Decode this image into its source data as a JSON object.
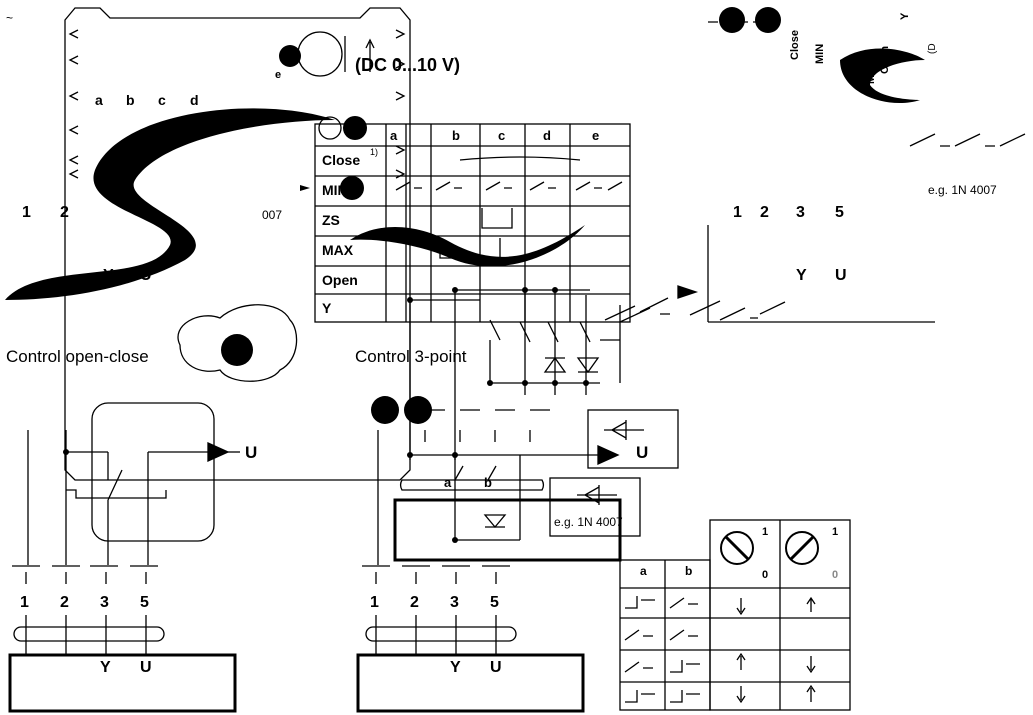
{
  "main_title": "(DC 0...10 V)",
  "small_e": "e",
  "tilde": "~",
  "contacts_row": [
    "a",
    "b",
    "c",
    "d"
  ],
  "table_header": [
    "a",
    "b",
    "c",
    "d",
    "e"
  ],
  "table_rows": [
    "Close",
    "MIN",
    "ZS",
    "MAX",
    "Open",
    "Y"
  ],
  "footnote_mark": "1)",
  "diode_example": "e.g. 1N 4007",
  "diode_example_partial": "007",
  "terminals": [
    "1",
    "2",
    "3",
    "5"
  ],
  "terminal_names": [
    "Y",
    "U"
  ],
  "caption_openclose": "Control open-close",
  "caption_3point": "Control 3-point",
  "output_label": "U",
  "ab_labels": [
    "a",
    "b"
  ],
  "rotary_table": {
    "headers": [
      "a",
      "b"
    ],
    "rotary_scale": [
      "1",
      "0"
    ]
  },
  "top_right_labels": [
    "Close",
    "MIN",
    "MAX",
    "Open",
    "Y",
    "(D"
  ]
}
